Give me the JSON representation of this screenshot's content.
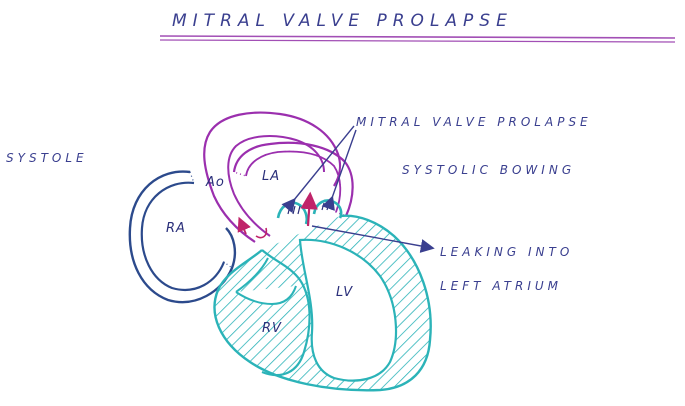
{
  "title": "MITRAL VALVE PROLAPSE",
  "labels": {
    "systole": "SYSTOLE",
    "mvp": "MITRAL VALVE PROLAPSE",
    "systolic_bowing": "SYSTOLIC BOWING",
    "leaking_line1": "LEAKING INTO",
    "leaking_line2": "LEFT ATRIUM"
  },
  "chambers": {
    "ao": "Ao",
    "la": "LA",
    "ra": "RA",
    "lv": "LV",
    "rv": "RV"
  },
  "colors": {
    "ink_blue": "#3a3f8f",
    "right_heart_blue": "#2c4a8c",
    "aorta_purple": "#9b2fae",
    "ventricle_teal": "#2bb3b8",
    "arrow_red": "#c0246a",
    "title_underline": "#a24fb5"
  }
}
